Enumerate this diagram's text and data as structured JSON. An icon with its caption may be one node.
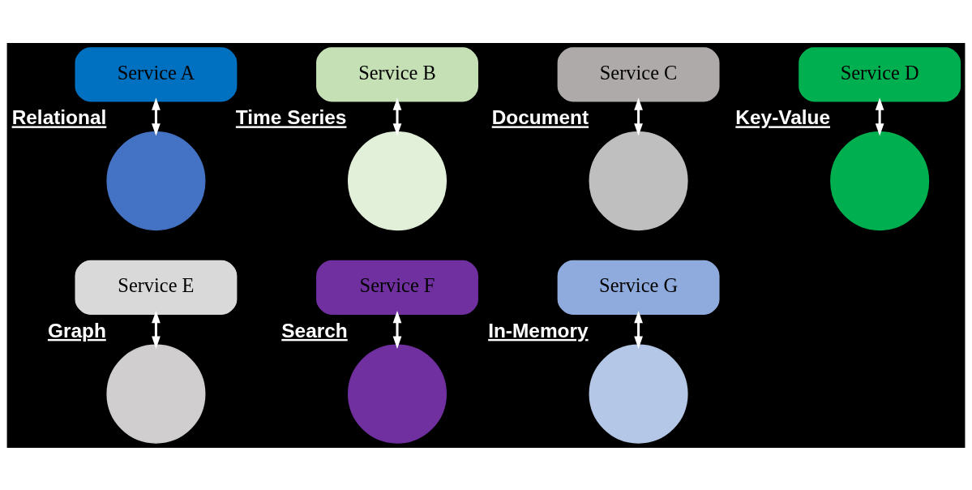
{
  "diagram": {
    "nodes": [
      {
        "text": [
          "Service A"
        ]
      },
      {
        "text": [],
        "shape": "circle",
        "beside": [
          "Relational"
        ]
      },
      {
        "text": [
          "Service B"
        ]
      },
      {
        "text": [],
        "shape": "circle",
        "beside": [
          "Time Series"
        ]
      },
      {
        "text": [
          "Service C"
        ]
      },
      {
        "text": [],
        "shape": "circle",
        "beside": [
          "Document"
        ]
      },
      {
        "text": [
          "Service D"
        ]
      },
      {
        "text": [],
        "shape": "circle",
        "beside": [
          "Key-Value"
        ]
      },
      {
        "text": [
          "Service E"
        ]
      },
      {
        "text": [],
        "shape": "circle",
        "beside": [
          "Graph"
        ]
      },
      {
        "text": [
          "Service F"
        ]
      },
      {
        "text": [],
        "shape": "circle",
        "beside": [
          "Search"
        ]
      },
      {
        "text": [
          "Service G"
        ]
      },
      {
        "text": [],
        "shape": "circle",
        "beside": [
          "In-Memory"
        ]
      }
    ],
    "edges": [
      {
        "from": 0,
        "to": 1,
        "arrow": "both"
      },
      {
        "from": 2,
        "to": 3,
        "arrow": "both"
      },
      {
        "from": 4,
        "to": 5,
        "arrow": "both"
      },
      {
        "from": 6,
        "to": 7,
        "arrow": "both"
      },
      {
        "from": 8,
        "to": 9,
        "arrow": "both"
      },
      {
        "from": 10,
        "to": 11,
        "arrow": "both"
      },
      {
        "from": 12,
        "to": 13,
        "arrow": "both"
      }
    ]
  }
}
